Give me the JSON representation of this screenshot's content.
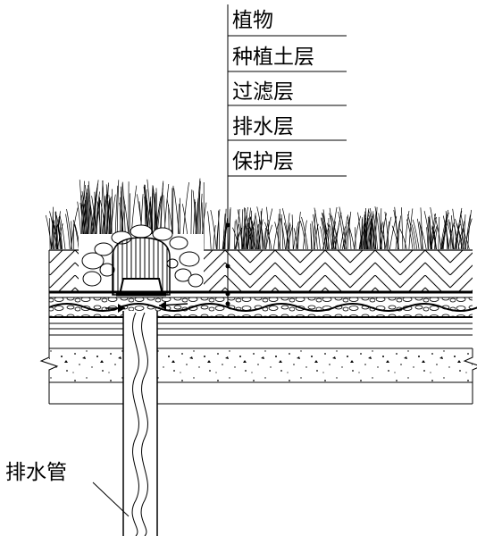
{
  "layers": [
    {
      "id": "plants",
      "label": "植物"
    },
    {
      "id": "soil",
      "label": "种植土层"
    },
    {
      "id": "filter",
      "label": "过滤层"
    },
    {
      "id": "drainage",
      "label": "排水层"
    },
    {
      "id": "protection",
      "label": "保护层"
    }
  ],
  "drain_pipe_label": "排水管",
  "colors": {
    "line": "#000000",
    "background": "#ffffff"
  }
}
